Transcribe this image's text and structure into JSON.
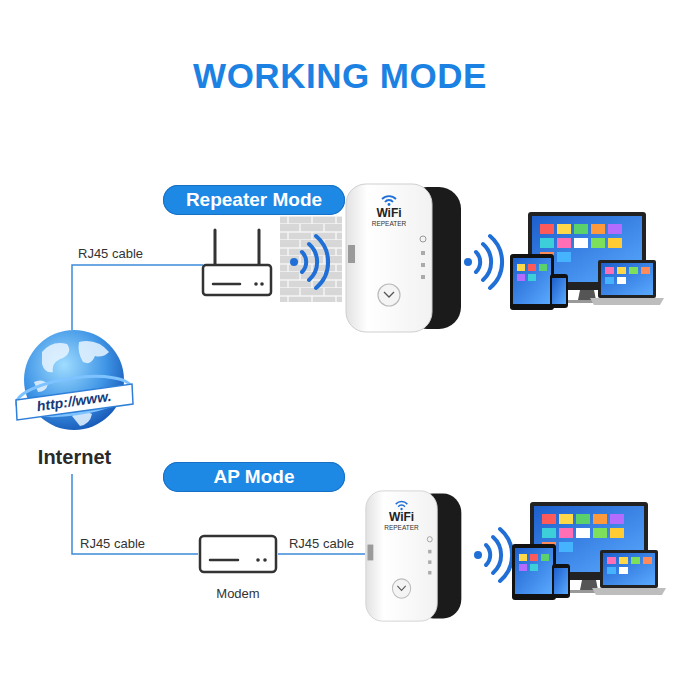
{
  "diagram": {
    "title": "WORKING MODE",
    "nodes": [
      {
        "text": [
          "Repeater Mode"
        ]
      },
      {
        "text": [
          "WiFi",
          "REPEATER"
        ]
      },
      {
        "text": [
          "http://www.",
          "Internet"
        ]
      },
      {
        "text": [
          "AP Mode"
        ]
      },
      {
        "text": [
          "Modem"
        ]
      },
      {
        "text": [
          "WiFi",
          "REPEATER"
        ]
      }
    ],
    "edges": [
      {
        "from": 2,
        "to": 4,
        "label": "RJ45 cable",
        "arrow": "none"
      },
      {
        "from": 4,
        "to": 5,
        "label": "RJ45 cable",
        "arrow": "none"
      }
    ],
    "labels": [
      "RJ45 cable"
    ]
  }
}
